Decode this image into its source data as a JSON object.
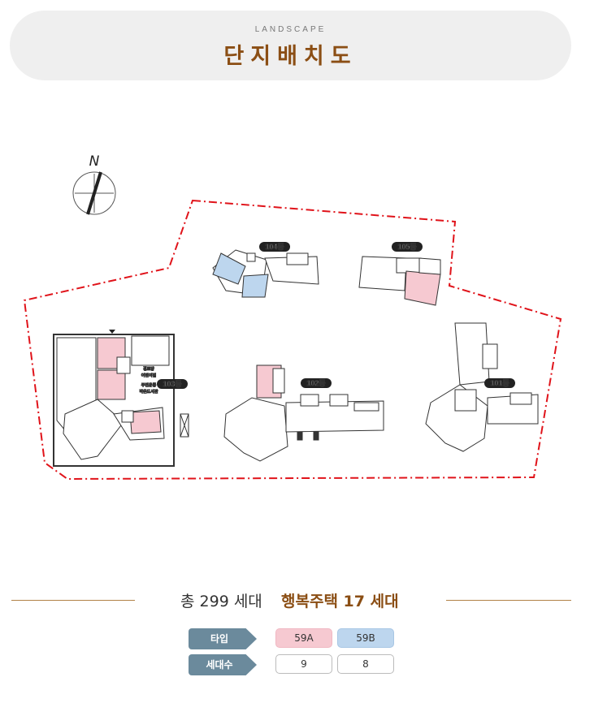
{
  "header": {
    "eng_title": "LANDSCAPE",
    "title": "단지배치도"
  },
  "compass": {
    "label": "N"
  },
  "buildings": {
    "b101": "101동",
    "b102": "102동",
    "b103": "103동",
    "b104": "104동",
    "b105": "105동"
  },
  "facility_labels": {
    "f1": "경로당",
    "f2": "어린이집",
    "f3": "주민운동",
    "f4": "작은도서관"
  },
  "summary": {
    "total": "총 299 세대",
    "happy_housing": "행복주택 17 세대"
  },
  "table": {
    "row_type_label": "타입",
    "row_count_label": "세대수",
    "types": [
      "59A",
      "59B"
    ],
    "counts": [
      "9",
      "8"
    ]
  },
  "colors": {
    "type_59A": "#f6c9d1",
    "type_59B": "#bdd6ee",
    "boundary": "#e0131a",
    "accent": "#8b4e14"
  }
}
